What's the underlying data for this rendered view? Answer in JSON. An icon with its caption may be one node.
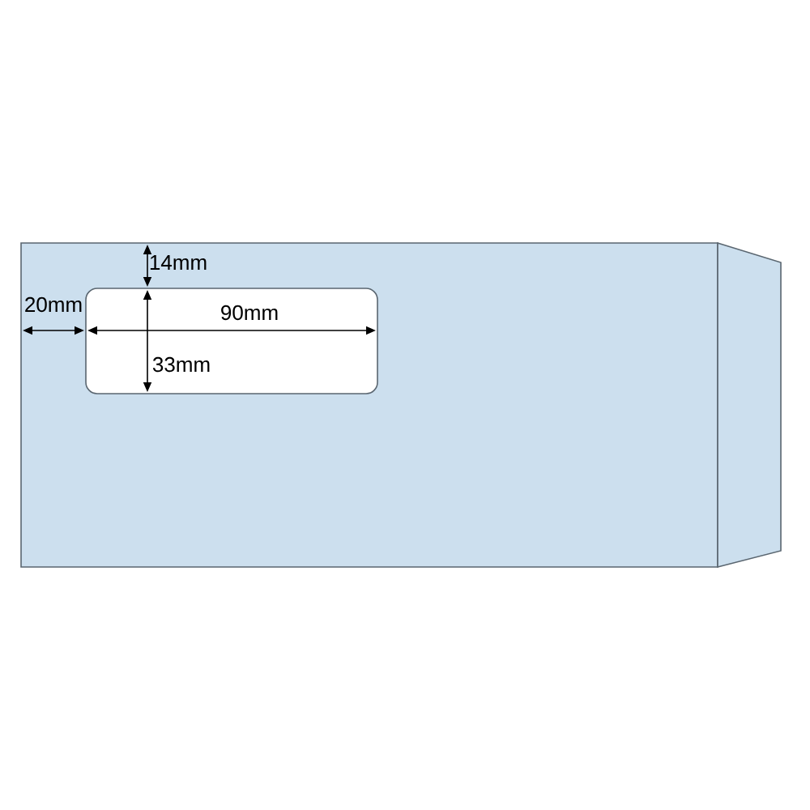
{
  "diagram": {
    "labels": [
      "14mm",
      "20mm",
      "90mm",
      "33mm"
    ]
  }
}
